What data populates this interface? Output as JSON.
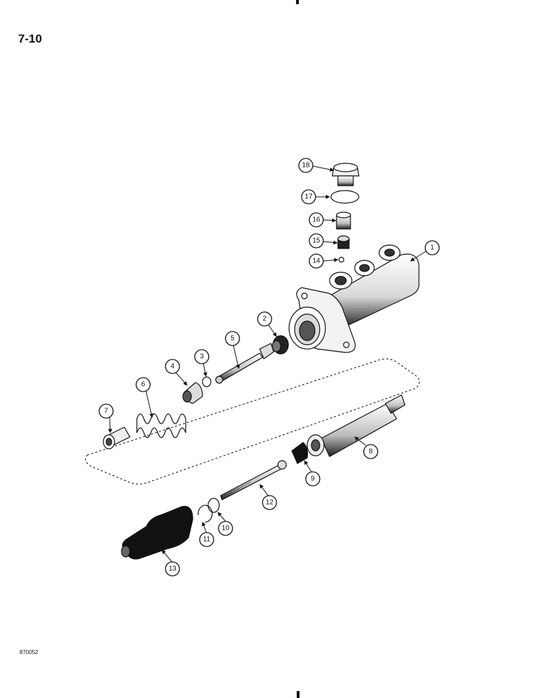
{
  "page": {
    "page_number": "7-10",
    "figure_code": "870052"
  },
  "callouts": [
    {
      "id": "c1",
      "label": "1"
    },
    {
      "id": "c2",
      "label": "2"
    },
    {
      "id": "c3",
      "label": "3"
    },
    {
      "id": "c4",
      "label": "4"
    },
    {
      "id": "c5",
      "label": "5"
    },
    {
      "id": "c6",
      "label": "6"
    },
    {
      "id": "c7",
      "label": "7"
    },
    {
      "id": "c8",
      "label": "8"
    },
    {
      "id": "c9",
      "label": "9"
    },
    {
      "id": "c10",
      "label": "10"
    },
    {
      "id": "c11",
      "label": "11"
    },
    {
      "id": "c12",
      "label": "12"
    },
    {
      "id": "c13",
      "label": "13"
    },
    {
      "id": "c14",
      "label": "14"
    },
    {
      "id": "c15",
      "label": "15"
    },
    {
      "id": "c16",
      "label": "16"
    },
    {
      "id": "c17",
      "label": "17"
    },
    {
      "id": "c18",
      "label": "18"
    }
  ]
}
